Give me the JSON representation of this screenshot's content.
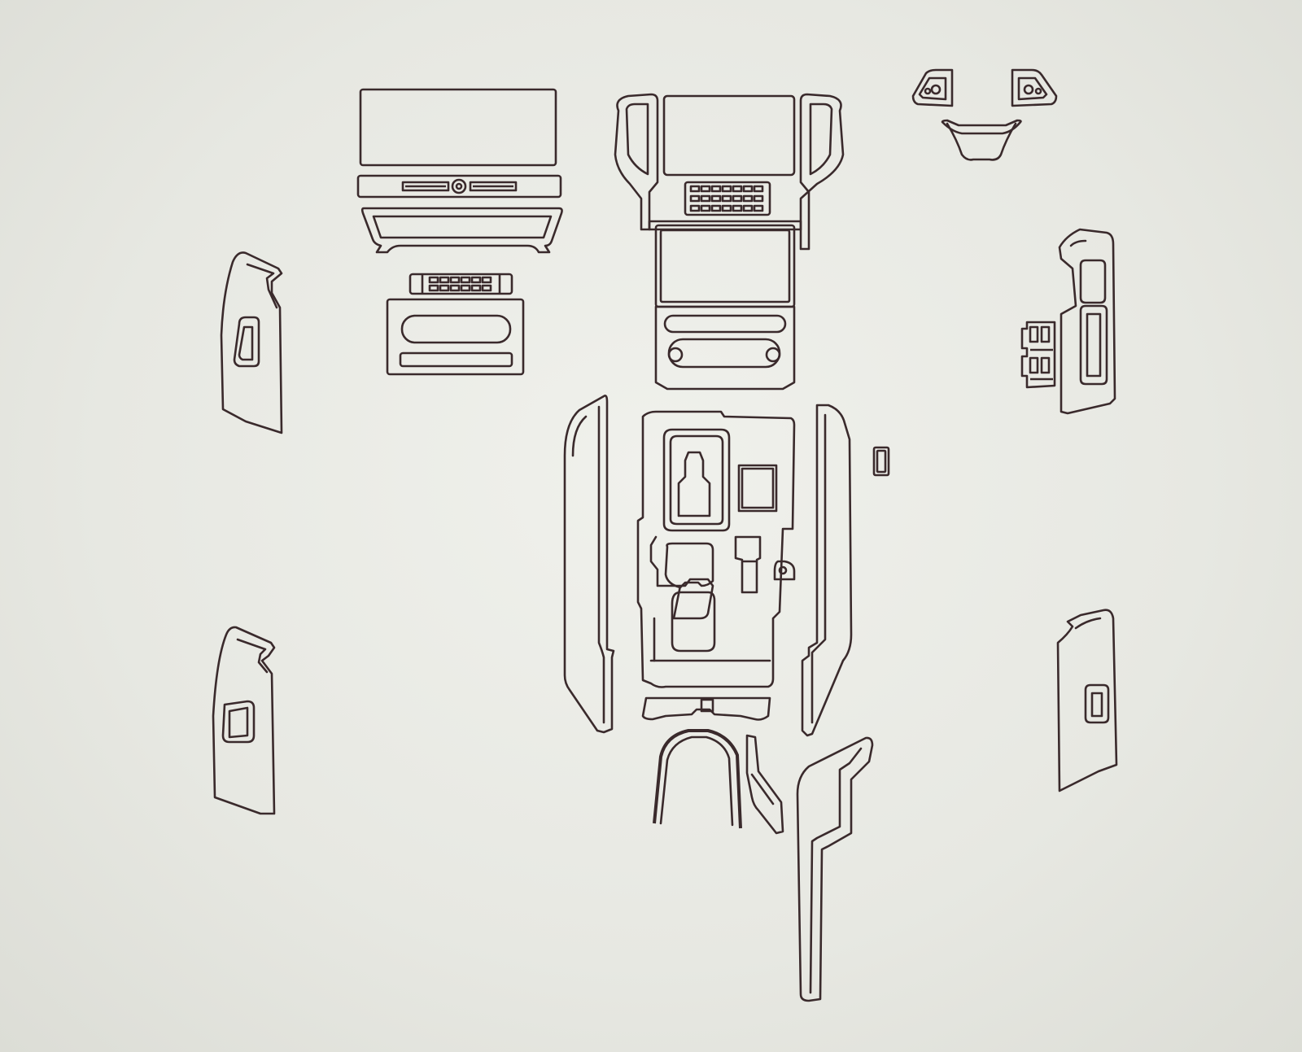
{
  "diagram": {
    "colors": {
      "background": "#e7e8e2",
      "outline": "#3a2a2c"
    },
    "parts": [
      "navigation-screen-cover",
      "dash-vent-strip",
      "lower-dash-bezel",
      "center-vent",
      "climate-control-panel",
      "center-stack-bezel",
      "center-stack-screen",
      "center-stack-vent",
      "lower-center-screen",
      "lower-climate-panel",
      "steering-wheel-left-switch",
      "steering-wheel-right-switch",
      "steering-wheel-lower-trim",
      "front-left-door-switch-panel",
      "rear-left-door-switch-panel",
      "front-right-door-switch-panel",
      "window-switch-cluster",
      "rear-right-door-switch-panel",
      "console-left-side-strip",
      "console-right-side-strip",
      "gear-shift-console-panel",
      "small-button-trim",
      "console-rear-trim",
      "armrest-front-trim",
      "armrest-side-trim",
      "long-side-trim"
    ]
  }
}
